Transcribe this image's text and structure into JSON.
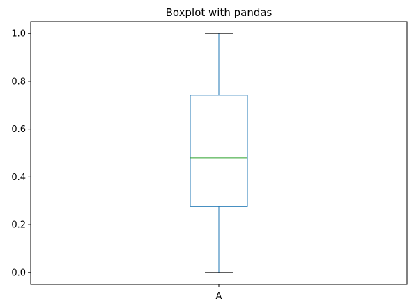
{
  "chart_data": {
    "type": "boxplot",
    "title": "Boxplot with pandas",
    "xlabel": "",
    "ylabel": "",
    "categories": [
      "A"
    ],
    "boxes": [
      {
        "category": "A",
        "whisker_low": 0.0,
        "q1": 0.275,
        "median": 0.48,
        "q3": 0.742,
        "whisker_high": 1.0
      }
    ],
    "ylim": [
      -0.05,
      1.05
    ],
    "yticks": [
      0.0,
      0.2,
      0.4,
      0.6,
      0.8,
      1.0
    ],
    "ytick_labels": [
      "0.0",
      "0.2",
      "0.4",
      "0.6",
      "0.8",
      "1.0"
    ],
    "grid": false,
    "colors": {
      "box": "#1f77b4",
      "whisker": "#1f77b4",
      "median": "#2ca02c",
      "cap": "#000000",
      "axes": "#000000"
    }
  }
}
